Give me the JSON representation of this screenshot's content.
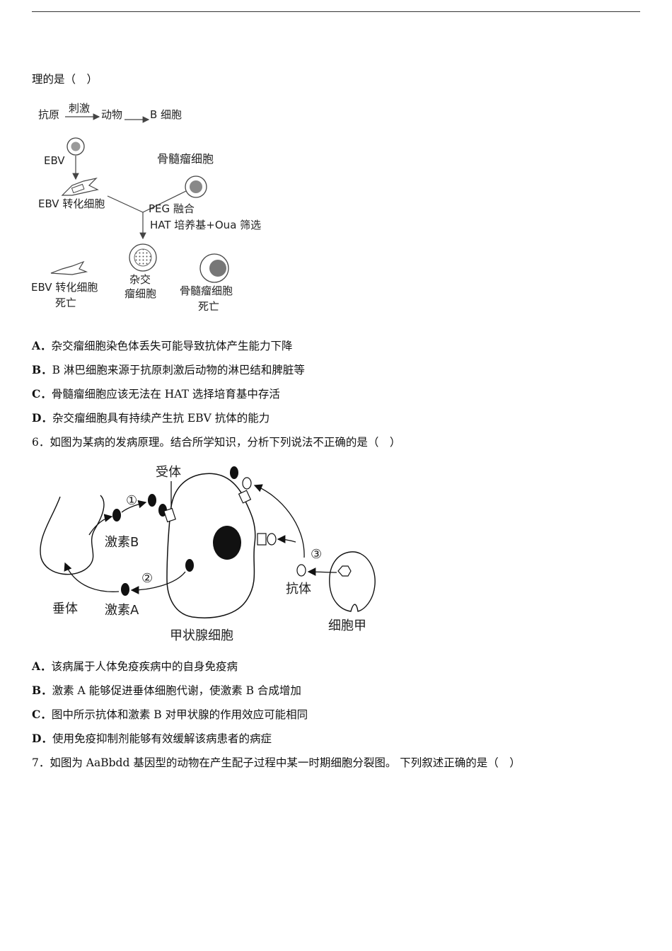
{
  "question_tail": "理的是（　）",
  "fig1": {
    "antigen": "抗原",
    "stimulate": "刺激",
    "animal": "动物",
    "b_cell": "B 细胞",
    "ebv": "EBV",
    "myeloma": "骨髓瘤细胞",
    "ebv_transformed": "EBV 转化细胞",
    "peg_fusion": "PEG 融合",
    "hat_medium": "HAT 培养基+Oua 筛选",
    "ebv_dead_1": "EBV 转化细胞",
    "ebv_dead_2": "死亡",
    "hybrid_1": "杂交",
    "hybrid_2": "瘤细胞",
    "myeloma_dead_1": "骨髓瘤细胞",
    "myeloma_dead_2": "死亡"
  },
  "q5_options": [
    {
      "letter": "A．",
      "text": "杂交瘤细胞染色体丢失可能导致抗体产生能力下降"
    },
    {
      "letter": "B．",
      "text": "B 淋巴细胞来源于抗原刺激后动物的淋巴结和脾脏等"
    },
    {
      "letter": "C．",
      "text": "骨髓瘤细胞应该无法在 HAT 选择培育基中存活"
    },
    {
      "letter": "D．",
      "text": "杂交瘤细胞具有持续产生抗 EBV 抗体的能力"
    }
  ],
  "q6": {
    "number": "6．",
    "text": "如图为某病的发病原理。结合所学知识，分析下列说法不正确的是（　）"
  },
  "fig2": {
    "receptor": "受体",
    "circle1": "①",
    "circle2": "②",
    "circle3": "③",
    "hormone_b": "激素B",
    "hormone_a": "激素A",
    "pituitary": "垂体",
    "thyroid_cell": "甲状腺细胞",
    "antibody": "抗体",
    "cell_jia": "细胞甲"
  },
  "q6_options": [
    {
      "letter": "A．",
      "text": "该病属于人体免疫疾病中的自身免疫病"
    },
    {
      "letter": "B．",
      "text": "激素 A 能够促进垂体细胞代谢，使激素 B 合成增加"
    },
    {
      "letter": "C．",
      "text": "图中所示抗体和激素 B 对甲状腺的作用效应可能相同"
    },
    {
      "letter": "D．",
      "text": "使用免疫抑制剂能够有效缓解该病患者的病症"
    }
  ],
  "q7": {
    "number": "7．",
    "text": "如图为 AaBbdd 基因型的动物在产生配子过程中某一时期细胞分裂图。 下列叙述正确的是（　）"
  }
}
